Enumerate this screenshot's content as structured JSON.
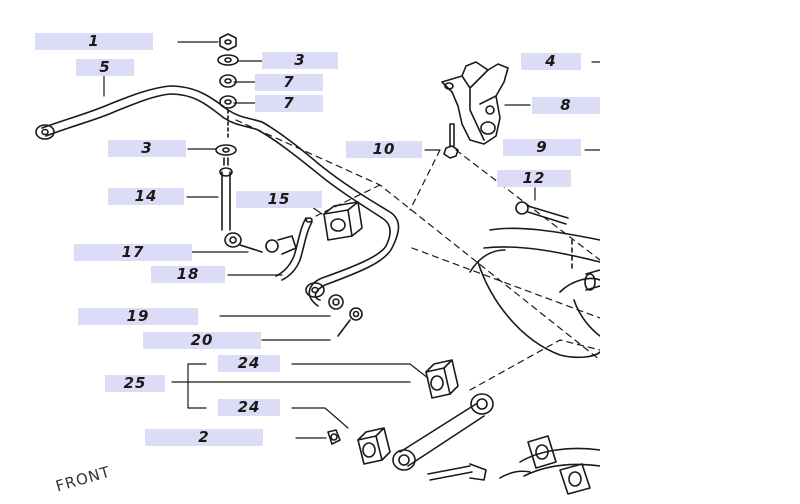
{
  "diagram": {
    "callouts": [
      {
        "id": "c1",
        "text": "1"
      },
      {
        "id": "c5",
        "text": "5"
      },
      {
        "id": "c3a",
        "text": "3"
      },
      {
        "id": "c7a",
        "text": "7"
      },
      {
        "id": "c7b",
        "text": "7"
      },
      {
        "id": "c4",
        "text": "4"
      },
      {
        "id": "c8",
        "text": "8"
      },
      {
        "id": "c3b",
        "text": "3"
      },
      {
        "id": "c10",
        "text": "10"
      },
      {
        "id": "c9",
        "text": "9"
      },
      {
        "id": "c12",
        "text": "12"
      },
      {
        "id": "c14",
        "text": "14"
      },
      {
        "id": "c15",
        "text": "15"
      },
      {
        "id": "c17",
        "text": "17"
      },
      {
        "id": "c18",
        "text": "18"
      },
      {
        "id": "c19",
        "text": "19"
      },
      {
        "id": "c20",
        "text": "20"
      },
      {
        "id": "c24a",
        "text": "24"
      },
      {
        "id": "c25",
        "text": "25"
      },
      {
        "id": "c24b",
        "text": "24"
      },
      {
        "id": "c2",
        "text": "2"
      }
    ],
    "front_label": "FRONT",
    "colors": {
      "callout_bg": "#dcdcf6",
      "ink": "#1a1a1a",
      "background": "#ffffff"
    }
  }
}
